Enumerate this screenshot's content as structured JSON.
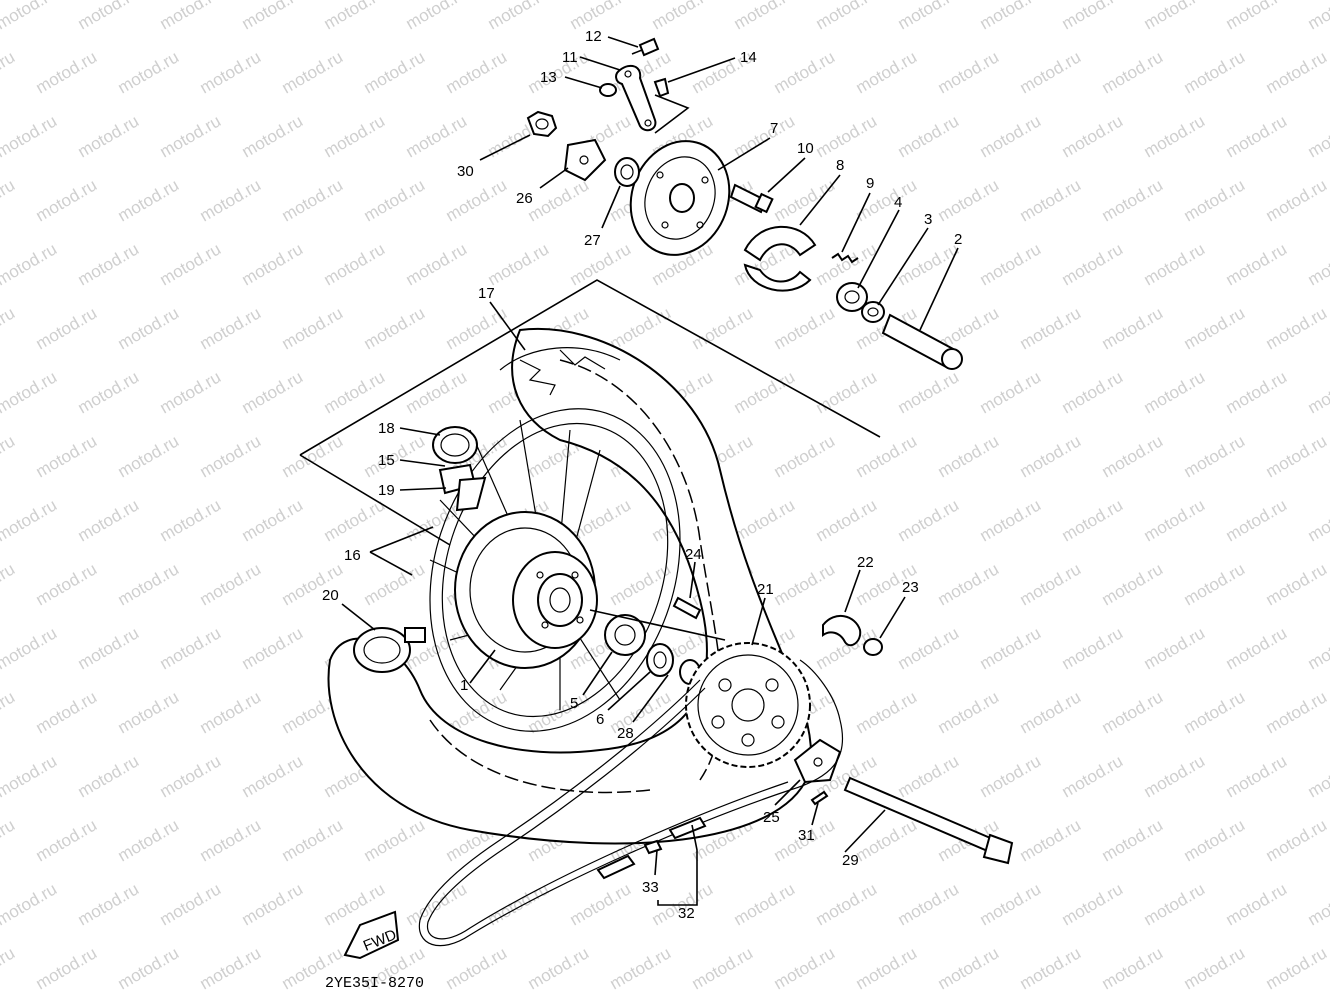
{
  "watermark": "motod.ru",
  "diagram_code": "2YE35I-8270",
  "fwd_label": "FWD",
  "callouts": [
    "1",
    "2",
    "3",
    "4",
    "5",
    "6",
    "7",
    "8",
    "9",
    "10",
    "11",
    "12",
    "13",
    "14",
    "15",
    "16",
    "17",
    "18",
    "19",
    "20",
    "21",
    "22",
    "23",
    "24",
    "25",
    "26",
    "27",
    "28",
    "29",
    "30",
    "31",
    "32",
    "33"
  ]
}
